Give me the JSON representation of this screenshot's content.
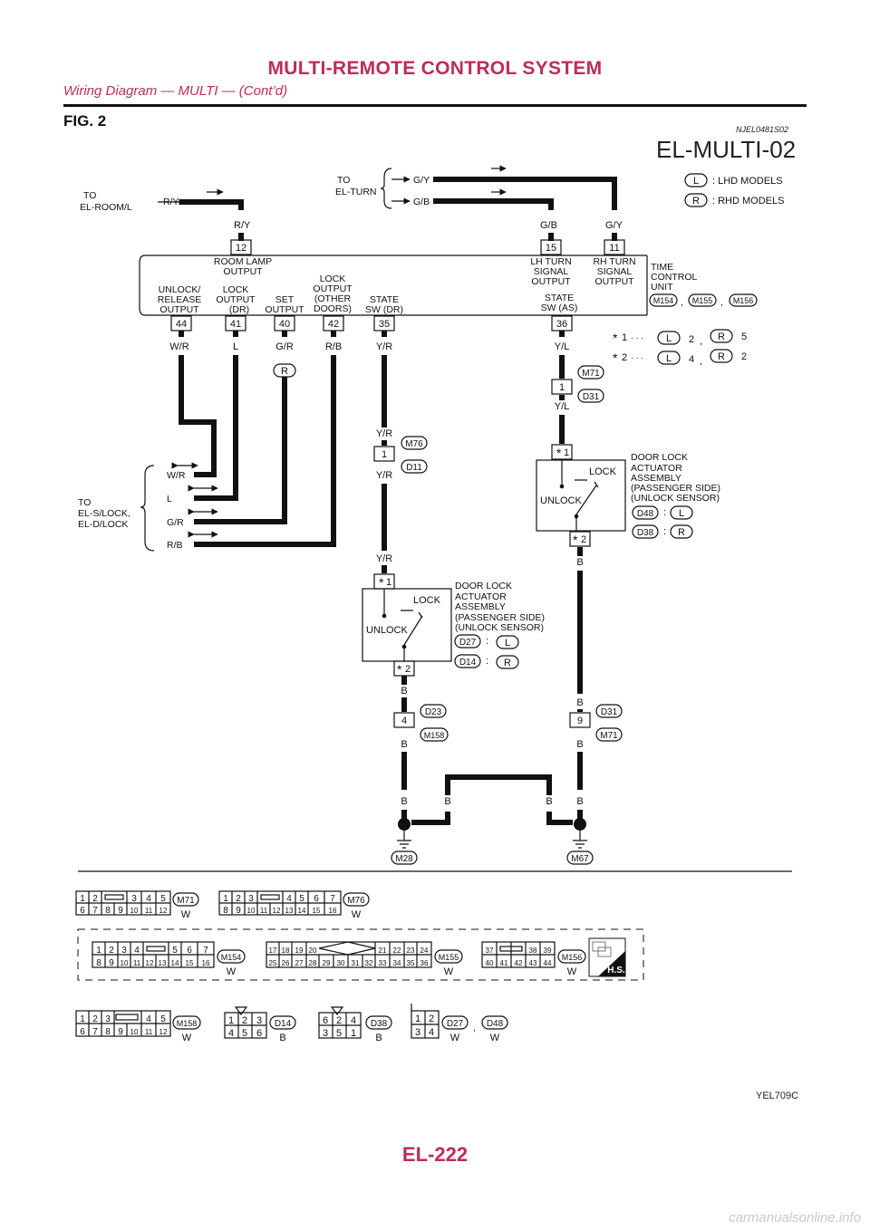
{
  "header": {
    "title": "MULTI-REMOTE CONTROL SYSTEM",
    "subtitle": "Wiring Diagram — MULTI — (Cont’d)",
    "fig": "FIG. 2",
    "ref_code": "NJEL0481S02",
    "diagram_id": "EL-MULTI-02"
  },
  "legend": {
    "L": "L",
    "L_text": ": LHD MODELS",
    "R": "R",
    "R_text": ": RHD MODELS"
  },
  "connections": {
    "room": {
      "to": "TO",
      "name": "EL-ROOM/L",
      "wire": "R/Y"
    },
    "turn": {
      "to": "TO",
      "name": "EL-TURN",
      "wire1": "G/Y",
      "wire2": "G/B"
    },
    "slock": {
      "to": "TO",
      "name1": "EL-S/LOCK,",
      "name2": "EL-D/LOCK",
      "wires": [
        "W/R",
        "L",
        "G/R",
        "R/B"
      ]
    }
  },
  "tcu": {
    "title1": "TIME",
    "title2": "CONTROL",
    "title3": "UNIT",
    "conn": [
      "M154",
      "M155",
      "M156"
    ],
    "sep": ",",
    "top_pins": [
      {
        "num": "12",
        "l1": "ROOM LAMP",
        "l2": "OUTPUT",
        "l3": "",
        "wire": "R/Y"
      },
      {
        "num": "15",
        "l1": "LH TURN",
        "l2": "SIGNAL",
        "l3": "OUTPUT",
        "wire": "G/B"
      },
      {
        "num": "11",
        "l1": "RH TURN",
        "l2": "SIGNAL",
        "l3": "OUTPUT",
        "wire": "G/Y"
      }
    ],
    "bottom_pins": [
      {
        "num": "44",
        "l1": "UNLOCK/",
        "l2": "RELEASE",
        "l3": "OUTPUT",
        "l4": "",
        "wire": "W/R"
      },
      {
        "num": "41",
        "l1": "LOCK",
        "l2": "OUTPUT",
        "l3": "(DR)",
        "l4": "",
        "wire": "L"
      },
      {
        "num": "40",
        "l1": "SET",
        "l2": "OUTPUT",
        "l3": "",
        "l4": "",
        "wire": "G/R"
      },
      {
        "num": "42",
        "l1": "LOCK",
        "l2": "OUTPUT",
        "l3": "(OTHER",
        "l4": "DOORS)",
        "wire": "R/B"
      },
      {
        "num": "35",
        "l1": "STATE",
        "l2": "SW (DR)",
        "l3": "",
        "l4": "",
        "wire": "Y/R"
      },
      {
        "num": "36",
        "l1": "STATE",
        "l2": "SW (AS)",
        "l3": "",
        "l4": "",
        "wire": "Y/L"
      }
    ],
    "r_mark": "R"
  },
  "notes": {
    "n1": {
      "star": "*",
      "num": "1",
      "dots": "· · ·",
      "l": "L",
      "lval": "2",
      "comma": ",",
      "r": "R",
      "rval": "5"
    },
    "n2": {
      "star": "*",
      "num": "2",
      "dots": "· · ·",
      "l": "L",
      "lval": "4",
      "comma": ",",
      "r": "R",
      "rval": "2"
    }
  },
  "junctions": {
    "m71_d31": {
      "pin": "1",
      "c1": "M71",
      "c2": "D31",
      "wire": "Y/L"
    },
    "m76_d11": {
      "pin": "1",
      "c1": "M76",
      "c2": "D11",
      "wire_top": "Y/R",
      "wire_bot": "Y/R"
    },
    "d23_m158": {
      "pin": "4",
      "c1": "D23",
      "c2": "M158",
      "wire_top": "B",
      "wire_bot": "B"
    },
    "d31_m71": {
      "pin": "9",
      "c1": "D31",
      "c2": "M71",
      "wire_top": "B",
      "wire_bot": "B"
    }
  },
  "actuator_right": {
    "pin_top": "1",
    "pin_bot": "2",
    "star": "*",
    "lock": "LOCK",
    "unlock": "UNLOCK",
    "l1": "DOOR LOCK",
    "l2": "ACTUATOR",
    "l3": "ASSEMBLY",
    "l4": "(PASSENGER SIDE)",
    "l5": "(UNLOCK SENSOR)",
    "c1": "D48",
    "c1tag": "L",
    "c2": "D38",
    "c2tag": "R",
    "colon": ":",
    "wire_bot": "B"
  },
  "actuator_left": {
    "pin_top": "1",
    "pin_bot": "2",
    "star": "*",
    "lock": "LOCK",
    "unlock": "UNLOCK",
    "l1": "DOOR LOCK",
    "l2": "ACTUATOR",
    "l3": "ASSEMBLY",
    "l4": "(PASSENGER SIDE)",
    "l5": "(UNLOCK SENSOR)",
    "c1": "D27",
    "c1tag": "L",
    "c2": "D14",
    "c2tag": "R",
    "colon": ":",
    "wire_top": "Y/R",
    "wire_bot": "B"
  },
  "grounds": {
    "labels": [
      "B",
      "B",
      "B",
      "B"
    ],
    "g1": "M28",
    "g2": "M67"
  },
  "connectors": {
    "m71": {
      "name": "M71",
      "color": "W",
      "row1": [
        "1",
        "2",
        "",
        "3",
        "4",
        "5"
      ],
      "row2": [
        "6",
        "7",
        "8",
        "9",
        "10",
        "11",
        "12"
      ]
    },
    "m76": {
      "name": "M76",
      "color": "W",
      "row1": [
        "1",
        "2",
        "3",
        "",
        "4",
        "5",
        "6",
        "7"
      ],
      "row2": [
        "8",
        "9",
        "10",
        "11",
        "12",
        "13",
        "14",
        "15",
        "16"
      ]
    },
    "m154": {
      "name": "M154",
      "color": "W",
      "row1": [
        "1",
        "2",
        "3",
        "4",
        "",
        "5",
        "6",
        "7"
      ],
      "row2": [
        "8",
        "9",
        "10",
        "11",
        "12",
        "13",
        "14",
        "15",
        "16"
      ]
    },
    "m155": {
      "name": "M155",
      "color": "W",
      "row1": [
        "17",
        "18",
        "19",
        "20",
        "",
        "21",
        "22",
        "23",
        "24"
      ],
      "row2": [
        "25",
        "26",
        "27",
        "28",
        "29",
        "30",
        "31",
        "32",
        "33",
        "34",
        "35",
        "36"
      ]
    },
    "m156": {
      "name": "M156",
      "color": "W",
      "row1": [
        "37",
        "",
        "38",
        "39"
      ],
      "row2": [
        "40",
        "41",
        "42",
        "43",
        "44"
      ]
    },
    "hs": "H.S.",
    "m158": {
      "name": "M158",
      "color": "W",
      "row1": [
        "1",
        "2",
        "3",
        "",
        "4",
        "5"
      ],
      "row2": [
        "6",
        "7",
        "8",
        "9",
        "10",
        "11",
        "12"
      ]
    },
    "d14": {
      "name": "D14",
      "color": "B",
      "row1": [
        "1",
        "2",
        "3"
      ],
      "row2": [
        "4",
        "5",
        "6"
      ]
    },
    "d38": {
      "name": "D38",
      "color": "B",
      "row1": [
        "6",
        "2",
        "4"
      ],
      "row2": [
        "3",
        "5",
        "1"
      ]
    },
    "d27": {
      "name": "D27",
      "color": "W",
      "sep": ",",
      "row1": [
        "1",
        "2"
      ],
      "row2": [
        "3",
        "4"
      ]
    },
    "d48": {
      "name": "D48",
      "color": "W"
    }
  },
  "footer": {
    "image_code": "YEL709C",
    "page": "EL-222",
    "site": "carmanualsonline.info"
  }
}
